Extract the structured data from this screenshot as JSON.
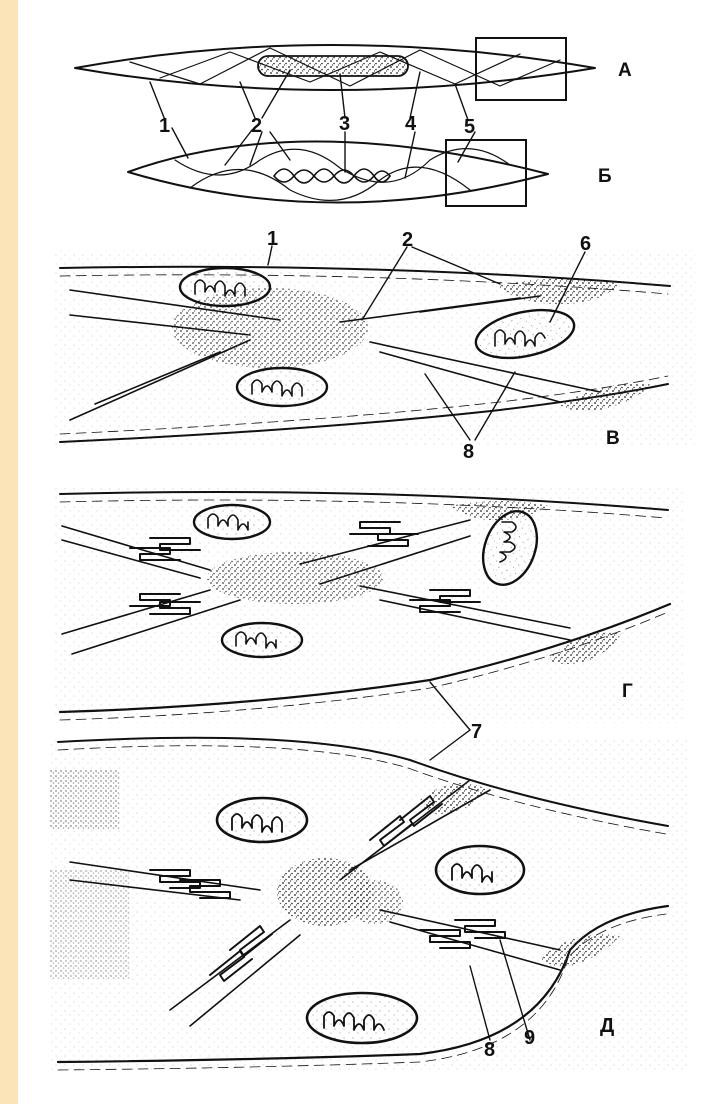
{
  "figure": {
    "panels": {
      "a": "А",
      "b": "Б",
      "v": "В",
      "g": "Г",
      "d": "Д"
    },
    "callouts": {
      "n1": "1",
      "n2": "2",
      "n3": "3",
      "n4": "4",
      "n5": "5",
      "n6": "6",
      "n7": "7",
      "n8": "8",
      "n9": "9"
    }
  },
  "colors": {
    "left_strip": "#fbe5b8",
    "paper": "#ffffff",
    "ink": "#111111"
  }
}
